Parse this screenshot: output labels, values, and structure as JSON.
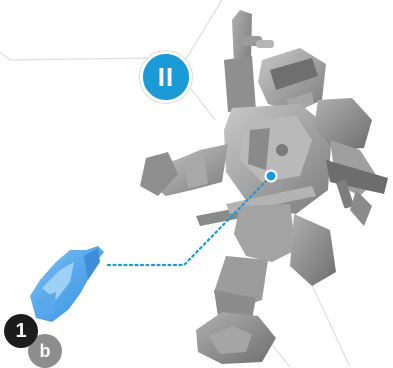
{
  "badges": {
    "step": "II",
    "part_number": "1",
    "part_letter": "b"
  },
  "colors": {
    "accent_blue": "#1a9bd7",
    "highlight_part": "#4aa3ea",
    "miniature_grey": "#9b9b9b",
    "badge_dark": "#1c1c1c",
    "badge_grey": "#8d8d8d",
    "guide_lines": "#d9d9d9"
  }
}
